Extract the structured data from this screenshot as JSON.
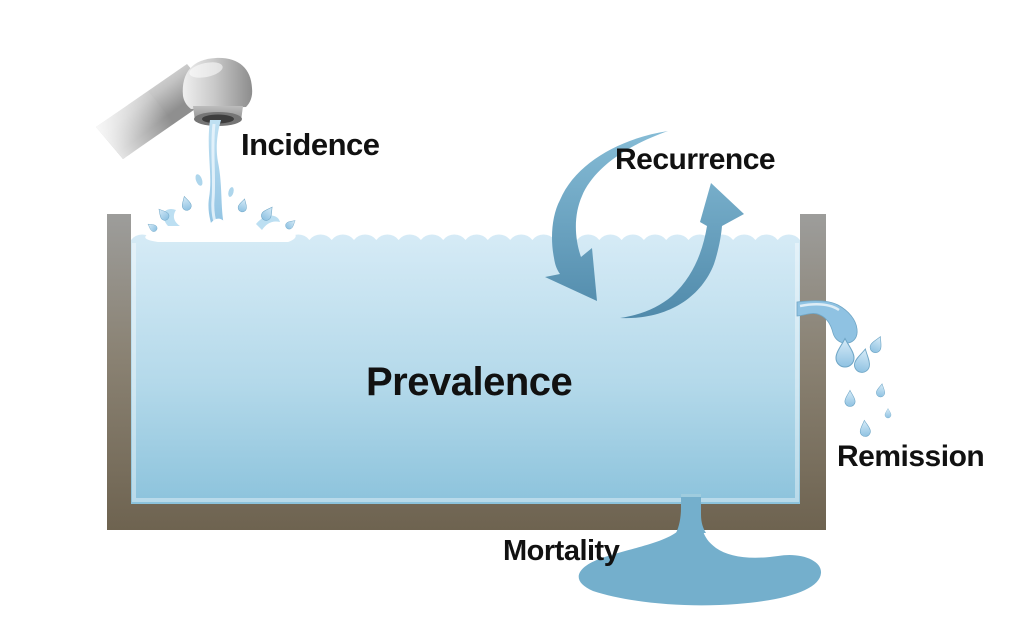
{
  "diagram": {
    "labels": {
      "incidence": "Incidence",
      "recurrence": "Recurrence",
      "prevalence": "Prevalence",
      "remission": "Remission",
      "mortality": "Mortality"
    },
    "colors": {
      "label-text": "#111111",
      "water-top": "#d6ebf6",
      "water-bottom": "#8cc3dc",
      "wall-top": "#9d9d9b",
      "wall-bottom": "#6e6350",
      "arrow-top": "#86bcd6",
      "arrow-bottom": "#4d87a8",
      "outflow-blue": "#74afcc",
      "stream-light": "#bfe0f2",
      "stream-dark": "#8fc2e2"
    }
  }
}
